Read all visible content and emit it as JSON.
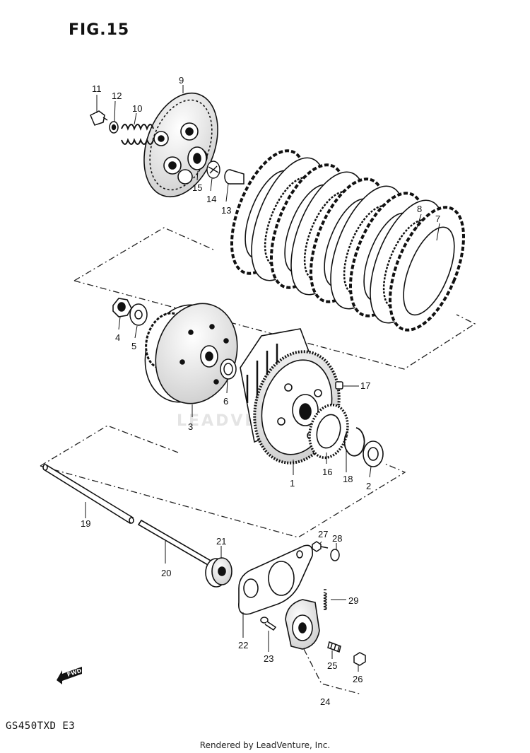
{
  "figure": {
    "title": "FIG.15",
    "model_code": "GS450TXD E3",
    "credit": "Rendered by LeadVenture, Inc.",
    "watermark": "LEADVENTURE",
    "direction_label": "FWD"
  },
  "parts": [
    {
      "id": "p1",
      "number": "1"
    },
    {
      "id": "p2",
      "number": "2"
    },
    {
      "id": "p3",
      "number": "3"
    },
    {
      "id": "p4",
      "number": "4"
    },
    {
      "id": "p5",
      "number": "5"
    },
    {
      "id": "p6",
      "number": "6"
    },
    {
      "id": "p7",
      "number": "7"
    },
    {
      "id": "p8",
      "number": "8"
    },
    {
      "id": "p9",
      "number": "9"
    },
    {
      "id": "p10",
      "number": "10"
    },
    {
      "id": "p11",
      "number": "11"
    },
    {
      "id": "p12",
      "number": "12"
    },
    {
      "id": "p13",
      "number": "13"
    },
    {
      "id": "p14",
      "number": "14"
    },
    {
      "id": "p15",
      "number": "15"
    },
    {
      "id": "p16",
      "number": "16"
    },
    {
      "id": "p17",
      "number": "17"
    },
    {
      "id": "p18",
      "number": "18"
    },
    {
      "id": "p19",
      "number": "19"
    },
    {
      "id": "p20",
      "number": "20"
    },
    {
      "id": "p21",
      "number": "21"
    },
    {
      "id": "p22",
      "number": "22"
    },
    {
      "id": "p23",
      "number": "23"
    },
    {
      "id": "p24",
      "number": "24"
    },
    {
      "id": "p25",
      "number": "25"
    },
    {
      "id": "p26",
      "number": "26"
    },
    {
      "id": "p27",
      "number": "27"
    },
    {
      "id": "p28",
      "number": "28"
    },
    {
      "id": "p29",
      "number": "29"
    }
  ]
}
